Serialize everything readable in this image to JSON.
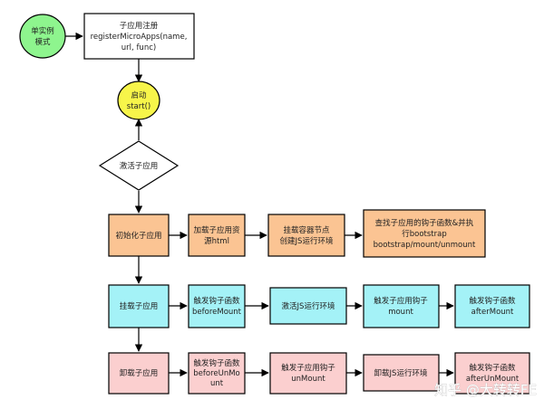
{
  "nodes": {
    "single_instance": {
      "lines": [
        "单实例",
        "模式"
      ]
    },
    "register": {
      "lines": [
        "子应用注册",
        "registerMicroApps(name,",
        "url, func)"
      ]
    },
    "start": {
      "lines": [
        "启动",
        "start()"
      ]
    },
    "activate": {
      "lines": [
        "激活子应用"
      ]
    },
    "init": {
      "lines": [
        "初始化子应用"
      ]
    },
    "load_resource": {
      "lines": [
        "加载子应用资",
        "源html"
      ]
    },
    "mount_container": {
      "lines": [
        "挂载容器节点",
        "创建JS运行环境"
      ]
    },
    "find_hooks": {
      "lines": [
        "查找子应用的钩子函数&并执",
        "行bootstrap",
        "bootstrap/mount/unmount"
      ]
    },
    "mount": {
      "lines": [
        "挂载子应用"
      ]
    },
    "before_mount": {
      "lines": [
        "触发钩子函数",
        "beforeMount"
      ]
    },
    "activate_js": {
      "lines": [
        "激活JS运行环境"
      ]
    },
    "mount_hook": {
      "lines": [
        "触发子应用钩子",
        "mount"
      ]
    },
    "after_mount": {
      "lines": [
        "触发钩子函数",
        "afterMount"
      ]
    },
    "unmount": {
      "lines": [
        "卸载子应用"
      ]
    },
    "before_unmount": {
      "lines": [
        "触发钩子函数",
        "beforeUnMo",
        "unt"
      ]
    },
    "unmount_hook": {
      "lines": [
        "触发子应用钩子",
        "unMount"
      ]
    },
    "unload_js": {
      "lines": [
        "卸载JS运行环境"
      ]
    },
    "after_unmount": {
      "lines": [
        "触发钩子函数",
        "afterUnMount"
      ]
    }
  },
  "watermark": "知乎 @大转转FE",
  "colors": {
    "green": "#8ef58e",
    "yellow": "#f7f54a",
    "orange": "#fbc493",
    "cyan": "#a4f2f7",
    "pink": "#fbcfcf",
    "white": "#ffffff",
    "stroke": "#000000"
  }
}
